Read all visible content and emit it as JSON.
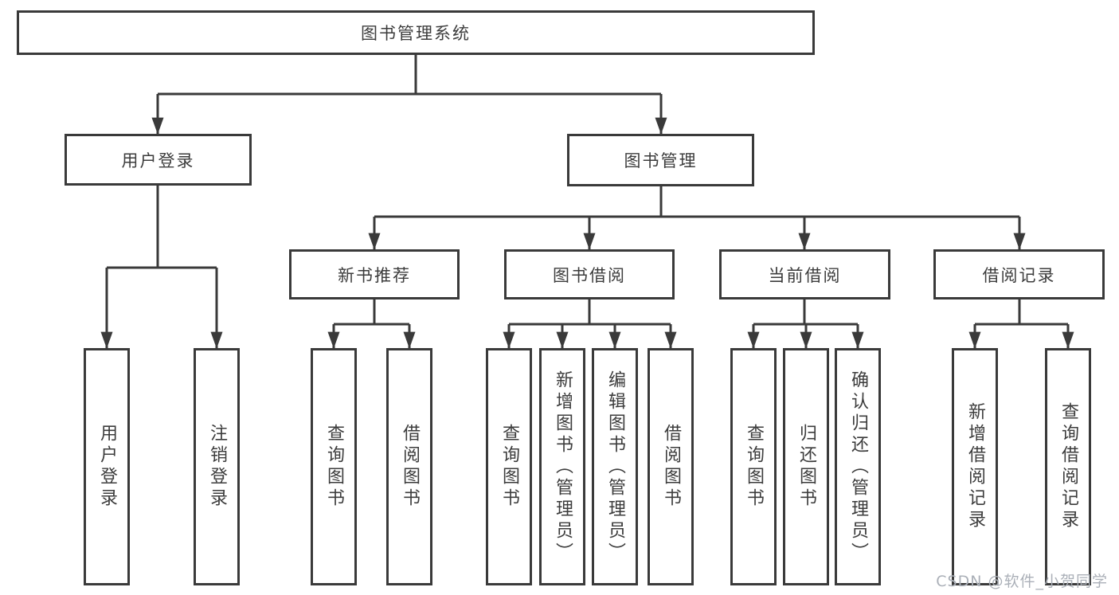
{
  "tree": {
    "root": {
      "label": "图书管理系统"
    },
    "branches": [
      {
        "label": "用户登录",
        "children": [
          {
            "label": "用户登录"
          },
          {
            "label": "注销登录"
          }
        ]
      },
      {
        "label": "图书管理",
        "sections": [
          {
            "label": "新书推荐",
            "children": [
              {
                "label": "查询图书"
              },
              {
                "label": "借阅图书"
              }
            ]
          },
          {
            "label": "图书借阅",
            "children": [
              {
                "label": "查询图书"
              },
              {
                "label": "新增图书（管理员）"
              },
              {
                "label": "编辑图书（管理员）"
              },
              {
                "label": "借阅图书"
              }
            ]
          },
          {
            "label": "当前借阅",
            "children": [
              {
                "label": "查询图书"
              },
              {
                "label": "归还图书"
              },
              {
                "label": "确认归还（管理员）"
              }
            ]
          },
          {
            "label": "借阅记录",
            "children": [
              {
                "label": "新增借阅记录"
              },
              {
                "label": "查询借阅记录"
              }
            ]
          }
        ]
      }
    ]
  },
  "watermark": "CSDN @软件_小贺同学",
  "colors": {
    "line": "#3a3a3a",
    "text": "#3c3c3c",
    "watermark": "#abb0b8",
    "background": "#ffffff"
  }
}
